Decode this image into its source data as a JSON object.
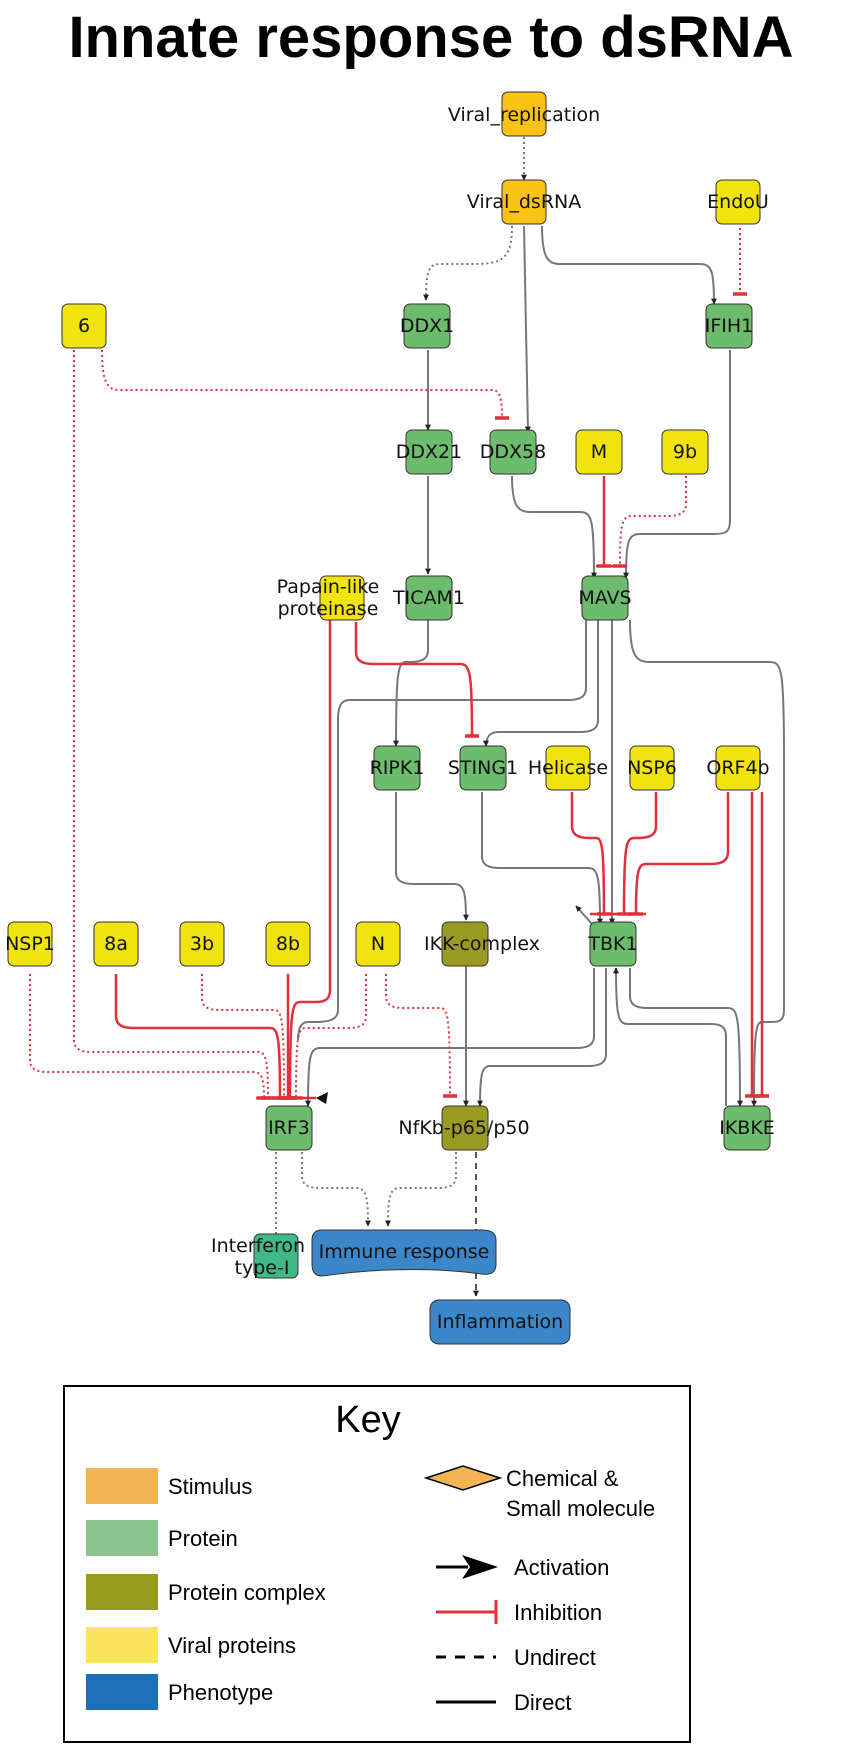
{
  "title": "Innate response to dsRNA",
  "colors": {
    "stimulus": "#F3B454",
    "stimulus_node": "#F9C214",
    "protein": "#8CC490",
    "protein_node": "#6DBB6D",
    "complex": "#9A9A20",
    "complex_node": "#9A9A22",
    "viral": "#F9E45C",
    "viral_node": "#F0E30E",
    "phenotype": "#1E70B8",
    "phenotype_node": "#3C86CA",
    "interferon_node": "#3FB98A",
    "activation": "#6E6E6E",
    "inhibition": "#E0303A"
  },
  "nodes": {
    "viral_replication": "Viral_replication",
    "viral_dsrna": "Viral_dsRNA",
    "endou": "EndoU",
    "ddx1": "DDX1",
    "ifih1": "IFIH1",
    "n6": "6",
    "ddx21": "DDX21",
    "ddx58": "DDX58",
    "m": "M",
    "n9b": "9b",
    "papain_1": "Papain-like",
    "papain_2": "proteinase",
    "ticam1": "TICAM1",
    "mavs": "MAVS",
    "ripk1": "RIPK1",
    "sting1": "STING1",
    "helicase": "Helicase",
    "nsp6": "NSP6",
    "orf4b": "ORF4b",
    "nsp1": "NSP1",
    "n8a": "8a",
    "n3b": "3b",
    "n8b": "8b",
    "n_prot": "N",
    "ikk_complex": "IKK-complex",
    "tbk1": "TBK1",
    "irf3": "IRF3",
    "nfkb": "NfKb-p65/p50",
    "ikbke": "IKBKE",
    "interferon_1": "Interferon",
    "interferon_2": "type-I",
    "immune_response": "Immune response",
    "inflammation": "Inflammation"
  },
  "key": {
    "title": "Key",
    "stimulus": "Stimulus",
    "protein": "Protein",
    "protein_complex": "Protein complex",
    "viral_proteins": "Viral proteins",
    "phenotype": "Phenotype",
    "chemical_1": "Chemical &",
    "chemical_2": "Small molecule",
    "activation": "Activation",
    "inhibition": "Inhibition",
    "undirect": "Undirect",
    "direct": "Direct"
  }
}
